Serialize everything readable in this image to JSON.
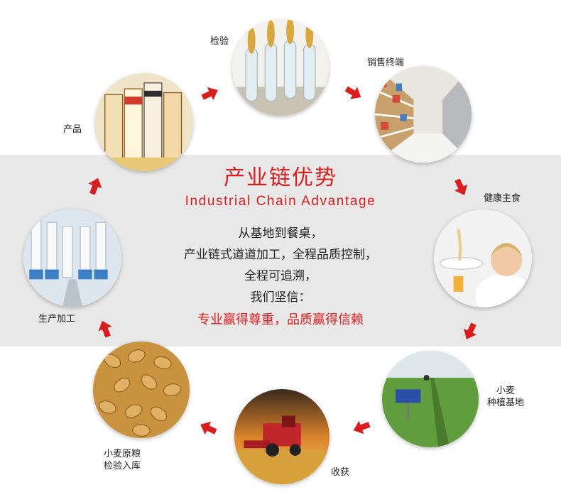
{
  "center": {
    "title_cn": "产业链优势",
    "title_en": "Industrial Chain Advantage",
    "lines": [
      "从基地到餐桌，",
      "产业链式道道加工，全程品质控制，",
      "全程可追溯，",
      "我们坚信："
    ],
    "highlight": "专业赢得尊重，品质赢得信赖"
  },
  "steps": {
    "inspection": "检验",
    "retail": "销售终端",
    "staple": "健康主食",
    "planting": [
      "小麦",
      "种植基地"
    ],
    "harvest": "收获",
    "grain_check": [
      "小麦原粮",
      "检验入库"
    ],
    "processing": "生产加工",
    "product": "产品"
  },
  "icons": {
    "arrow": "red-arrow-icon"
  },
  "colors": {
    "accent": "#d81e1e",
    "band": "#e8e8e8"
  }
}
